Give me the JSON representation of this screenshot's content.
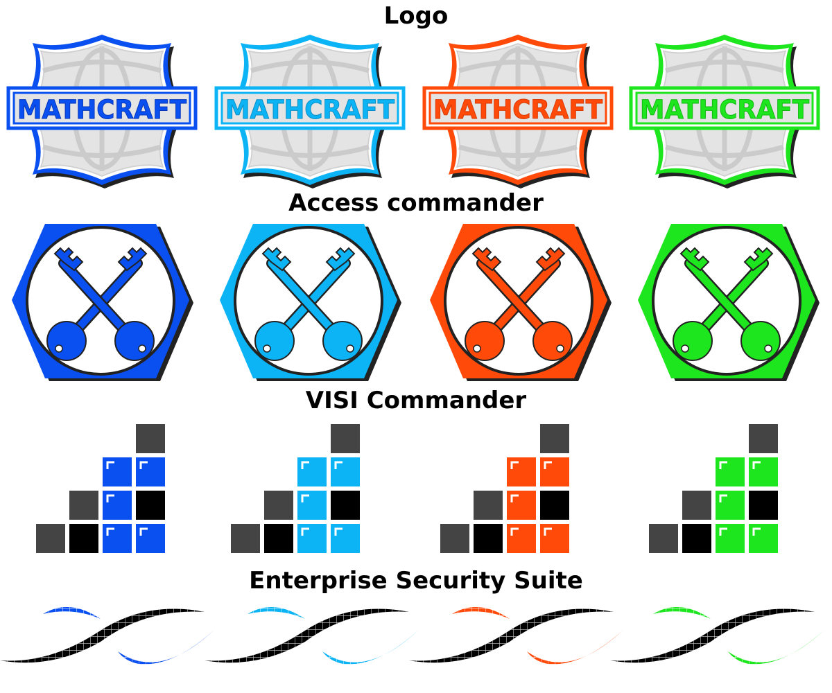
{
  "sections": {
    "logo": {
      "title": "Logo",
      "wordmark": "MATHCRAFT"
    },
    "access": {
      "title": "Access commander"
    },
    "visi": {
      "title": "VISI Commander"
    },
    "ess": {
      "title": "Enterprise Security Suite"
    }
  },
  "variants": [
    {
      "name": "blue",
      "color": "#0a4ff0",
      "dark": "#0636b8"
    },
    {
      "name": "sky",
      "color": "#0cb4f5",
      "dark": "#0a8ec4"
    },
    {
      "name": "orange",
      "color": "#ff4a0a",
      "dark": "#d93a04"
    },
    {
      "name": "green",
      "color": "#1ee61e",
      "dark": "#12b812"
    }
  ],
  "palette": {
    "grey_block": "#444444",
    "black_block": "#000000",
    "badge_fill": "#e4e4e4"
  },
  "icons": {
    "logo_badge": "shield-badge-icon",
    "access": "crossed-keys-icon",
    "visi": "stacked-blocks-icon",
    "ess": "wave-ribbon-icon"
  }
}
